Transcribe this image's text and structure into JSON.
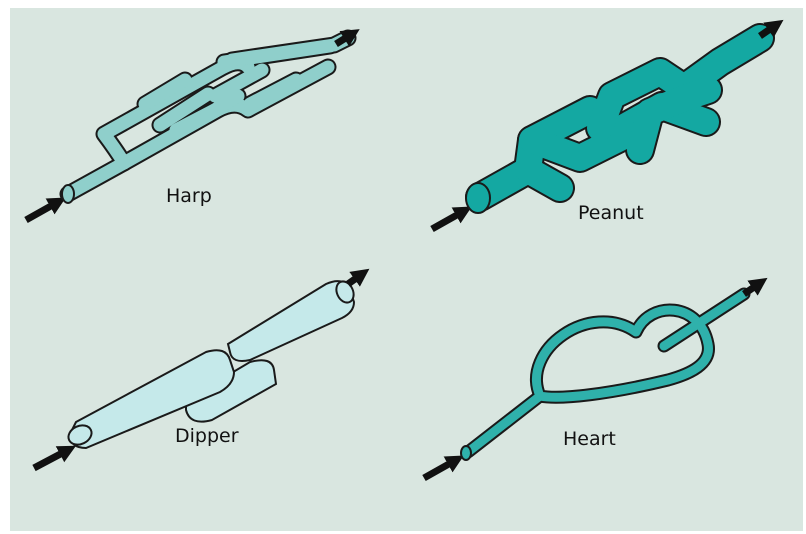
{
  "figure": {
    "labels": {
      "harp": "Harp",
      "peanut": "Peanut",
      "dipper": "Dipper",
      "heart": "Heart"
    },
    "colors": {
      "background": "#d9e6e0",
      "harp_fill": "#8fcfcb",
      "peanut_fill": "#14a8a2",
      "dipper_fill": "#c5e9ea",
      "heart_fill": "#2fb1ab",
      "outline": "#1a1a1a",
      "arrow": "#111111"
    },
    "flow_arrows": [
      "inlet-arrow",
      "outlet-arrow"
    ]
  }
}
